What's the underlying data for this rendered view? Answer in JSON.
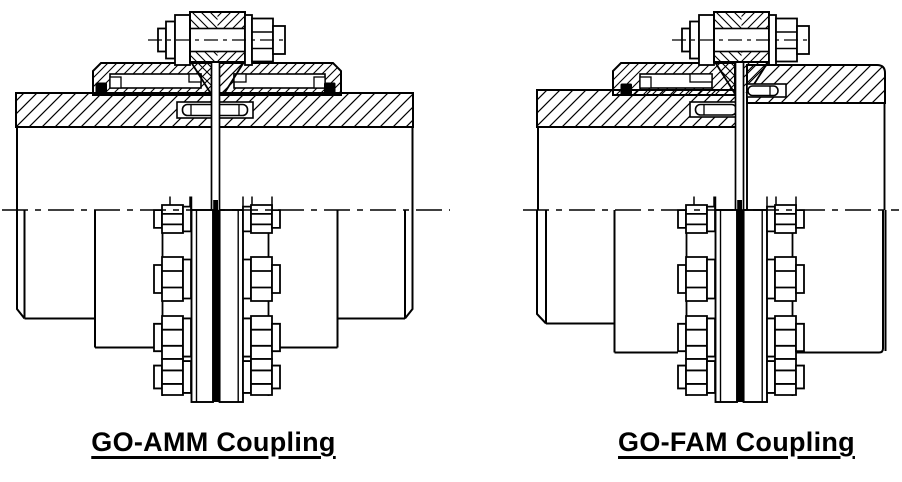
{
  "figure": {
    "background_color": "#ffffff",
    "line_color": "#000000",
    "couplings": [
      {
        "name": "GO-AMM",
        "caption": "GO-AMM Coupling"
      },
      {
        "name": "GO-FAM",
        "caption": "GO-FAM Coupling"
      }
    ]
  }
}
